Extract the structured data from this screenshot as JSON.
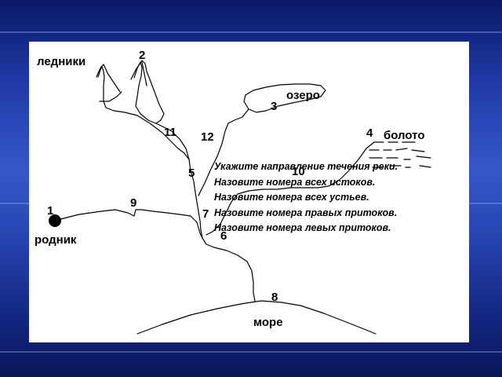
{
  "labels": {
    "glaciers": "ледники",
    "lake": "озеро",
    "swamp": "болото",
    "spring": "родник",
    "sea": "море"
  },
  "numbers": {
    "n1": "1",
    "n2": "2",
    "n3": "3",
    "n4": "4",
    "n5": "5",
    "n6": "6",
    "n7": "7",
    "n8": "8",
    "n9": "9",
    "n10": "10",
    "n11": "11",
    "n12": "12"
  },
  "tasks": [
    "Укажите направление течения реки.",
    "Назовите номера всех истоков.",
    "Назовите номера всех устьев.",
    "Назовите номера правых притоков.",
    "Назовите номера левых притоков."
  ]
}
